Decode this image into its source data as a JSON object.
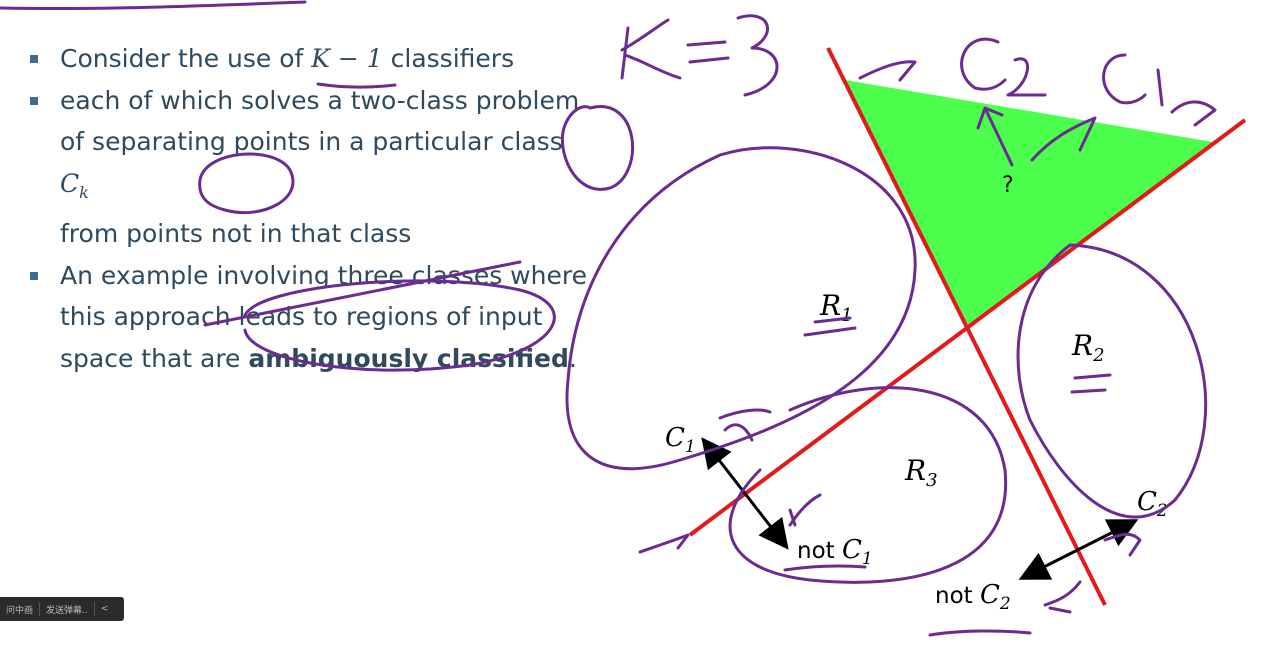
{
  "bullets": [
    {
      "parts": [
        {
          "t": "Consider the use of "
        },
        {
          "t": "K − 1",
          "math": true
        },
        {
          "t": " classifiers"
        }
      ]
    },
    {
      "lines": [
        [
          {
            "t": "each of which solves a two-class problem"
          }
        ],
        [
          {
            "t": "of separating points in a particular class "
          },
          {
            "t": "C",
            "math": true,
            "sub": "k"
          }
        ],
        [
          {
            "t": "from points not in that class"
          }
        ]
      ]
    },
    {
      "lines": [
        [
          {
            "t": "An example involving three classes where"
          }
        ],
        [
          {
            "t": "this approach leads to regions of input"
          }
        ],
        [
          {
            "t": "space that are "
          },
          {
            "t": "ambiguously classified",
            "bold": true
          },
          {
            "t": "."
          }
        ]
      ]
    }
  ],
  "diagram": {
    "region_r1": "R",
    "region_r1_sub": "1",
    "region_r2": "R",
    "region_r2_sub": "2",
    "region_r3": "R",
    "region_r3_sub": "3",
    "question_mark": "?",
    "c1_label": "C",
    "c1_sub": "1",
    "not_c1_prefix": "not ",
    "not_c1_label": "C",
    "not_c1_sub": "1",
    "c2_label": "C",
    "c2_sub": "2",
    "not_c2_prefix": "not ",
    "not_c2_label": "C",
    "not_c2_sub": "2",
    "ambiguous_fill": "#4dff4d",
    "boundary_color": "#e31a1c"
  },
  "annotations": {
    "handwritten_k": "K=3",
    "handwritten_c2": "C2",
    "handwritten_c1": "C1",
    "ink_color": "#6a2c91"
  },
  "player_bar": {
    "left_label": "问中画",
    "send_label": "发送弹幕..",
    "collapse_label": "<"
  }
}
